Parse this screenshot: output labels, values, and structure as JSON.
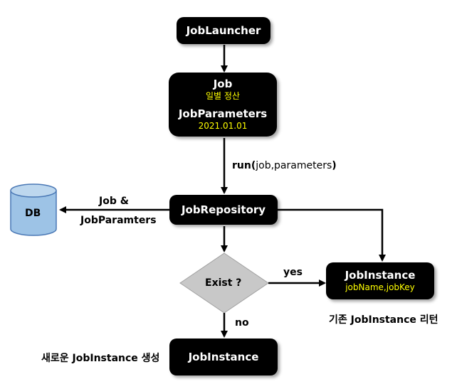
{
  "nodes": {
    "job_launcher": "JobLauncher",
    "job": {
      "title": "Job",
      "subtitle": "일별 정산"
    },
    "job_parameters": {
      "title": "JobParameters",
      "value": "2021.01.01"
    },
    "job_repository": "JobRepository",
    "db": "DB",
    "decision": "Exist ?",
    "job_instance_existing": {
      "title": "JobInstance",
      "detail": "jobName,jobKey"
    },
    "job_instance_new": "JobInstance"
  },
  "edges": {
    "run_method": "run",
    "run_args": "job,parameters",
    "db_label_line1": "Job &",
    "db_label_line2": "JobParamters",
    "yes": "yes",
    "no": "no"
  },
  "annotations": {
    "existing_return": "기존 JobInstance 리턴",
    "new_create": "새로운 JobInstance 생성"
  },
  "colors": {
    "box": "#000000",
    "box_text": "#ffffff",
    "highlight_text": "#ffff00",
    "decision_fill": "#c8c8c8",
    "db_fill": "#9dc3e6",
    "db_stroke": "#4a78b5"
  }
}
